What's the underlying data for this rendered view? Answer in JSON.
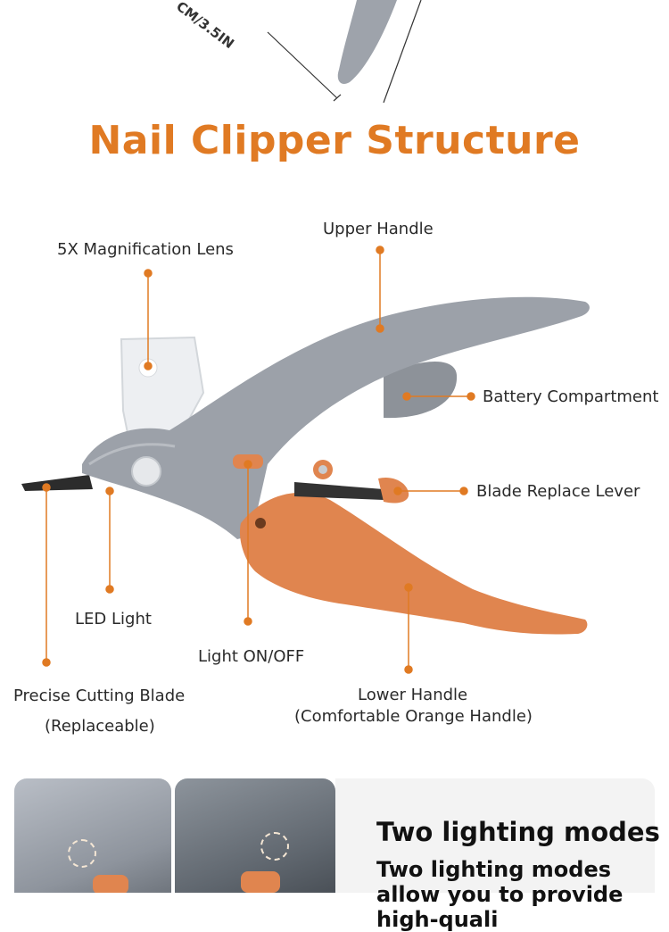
{
  "dimension_label": "CM/3.5IN",
  "title": "Nail Clipper Structure",
  "labels": {
    "magnification_lens": "5X Magnification Lens",
    "upper_handle": "Upper Handle",
    "battery_compartment": "Battery Compartment",
    "blade_replace_lever": "Blade Replace Lever",
    "led_light": "LED Light",
    "light_on_off": "Light ON/OFF",
    "cutting_blade_line1": "Precise Cutting Blade",
    "cutting_blade_line2": "(Replaceable)",
    "lower_handle_line1": "Lower Handle",
    "lower_handle_line2": "(Comfortable Orange Handle)"
  },
  "feature": {
    "title": "Two lighting modes",
    "text": "Two lighting modes allow you to provide high-quali"
  },
  "colors": {
    "accent": "#e07a23",
    "body_gray": "#9a9fa7",
    "handle_orange": "#e0854f"
  },
  "icons": [
    "bulb-icon",
    "hand-icon"
  ]
}
